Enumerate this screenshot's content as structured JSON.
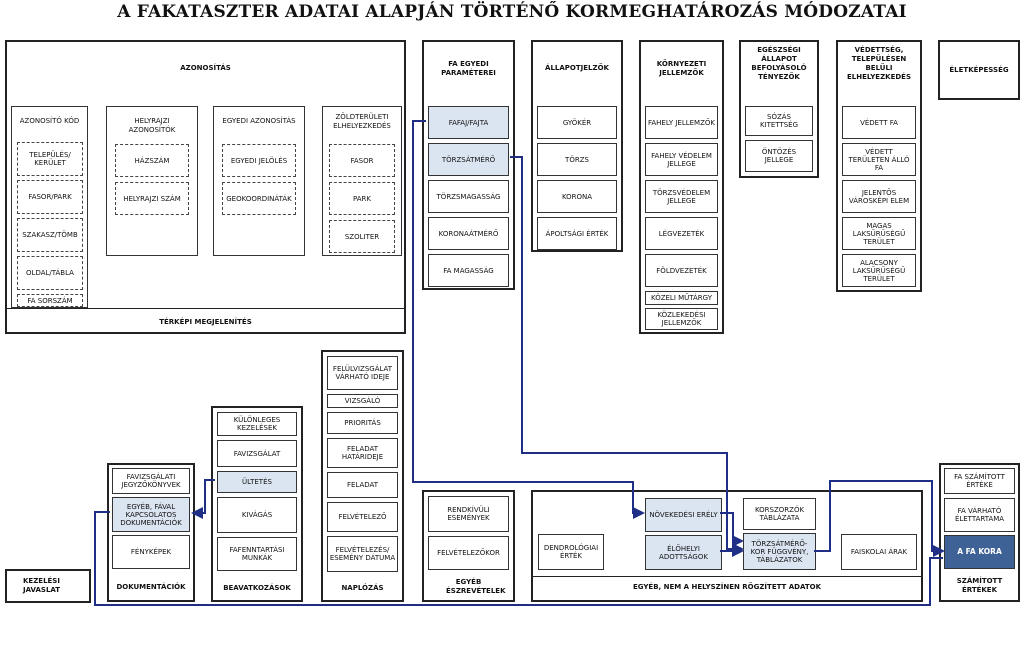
{
  "title": "A FAKATASZTER ADATAI ALAPJÁN TÖRTÉNŐ KORMEGHATÁROZÁS MÓDOZATAI",
  "azonositas": {
    "title": "AZONOSÍTÁS",
    "footer": "TÉRKÉPI MEGJELENÍTÉS",
    "azonosito_kod": {
      "title": "AZONOSÍTÓ KÓD",
      "items": [
        "TELEPÜLÉS/ KERÜLET",
        "FASOR/PARK",
        "SZAKASZ/TÖMB",
        "OLDAL/TÁBLA",
        "FA SORSZÁM"
      ]
    },
    "helyrajzi": {
      "title": "HELYRAJZI AZONOSÍTÓK",
      "items": [
        "HÁZSZÁM",
        "HELYRAJZI SZÁM"
      ]
    },
    "egyedi": {
      "title": "EGYEDI AZONOSÍTÁS",
      "items": [
        "EGYEDI JELÖLÉS",
        "GEOKOORDINÁTÁK"
      ]
    },
    "zold": {
      "title": "ZÖLDTERÜLETI ELHELYEZKEDÉS",
      "items": [
        "FASOR",
        "PARK",
        "SZOLITER"
      ]
    }
  },
  "fa_egyedi": {
    "title": "FA EGYEDI PARAMÉTEREI",
    "items": [
      "FAFAJ/FAJTA",
      "TÖRZSÁTMÉRŐ",
      "TÖRZSMAGASSÁG",
      "KORONAÁTMÉRŐ",
      "FA MAGASSÁG"
    ]
  },
  "allapot": {
    "title": "ÁLLAPOTJELZŐK",
    "items": [
      "GYÖKÉR",
      "TÖRZS",
      "KORONA",
      "ÁPOLTSÁGI ÉRTÉK"
    ]
  },
  "kornyezeti": {
    "title": "KÖRNYEZETI JELLEMZŐK",
    "items": [
      "FAHELY JELLEMZŐK",
      "FAHELY VÉDELEM JELLEGE",
      "TÖRZSVÉDELEM JELLEGE",
      "LÉGVEZETÉK",
      "FÖLDVEZETÉK",
      "KÖZELI MŰTÁRGY",
      "KÖZLEKEDÉSI JELLEMZŐK"
    ]
  },
  "egeszsegi": {
    "title": "EGÉSZSÉGI ÁLLAPOT BEFOLYÁSOLÓ TÉNYEZŐK",
    "items": [
      "SÓZÁS KITETTSÉG",
      "ÖNTÖZÉS JELLEGE"
    ]
  },
  "vedettseg": {
    "title": "VÉDETTSÉG, TELEPÜLÉSEN BELÜLI ELHELYEZKEDÉS",
    "items": [
      "VÉDETT FA",
      "VÉDETT TERÜLETEN ÁLLÓ FA",
      "JELENTŐS VÁROSKÉPI ELEM",
      "MAGAS LAKSŰRŰSÉGŰ TERÜLET",
      "ALACSONY LAKSŰRŰSÉGŰ TERÜLET"
    ]
  },
  "eletkepesseg": {
    "title": "ÉLETKÉPESSÉG"
  },
  "naplozas": {
    "title": "NAPLÓZÁS",
    "items": [
      "FELÜLVIZSGÁLAT VÁRHATÓ IDEJE",
      "VIZSGÁLÓ",
      "PRIORITÁS",
      "FELADAT HATÁRIDEJE",
      "FELADAT",
      "FELVÉTELEZŐ",
      "FELVÉTELEZÉS/ ESEMÉNY DÁTUMA"
    ]
  },
  "beavatkozasok": {
    "title": "BEAVATKOZÁSOK",
    "items": [
      "KÜLÖNLEGES KEZELÉSEK",
      "FAVIZSGÁLAT",
      "ÜLTETÉS",
      "KIVÁGÁS",
      "FAFENNTARTÁSI MUNKÁK"
    ]
  },
  "dokumentaciok": {
    "title": "DOKUMENTÁCIÓK",
    "items": [
      "FAVIZSGÁLATI JEGYZŐKÖNYVEK",
      "EGYÉB, FÁVAL KAPCSOLATOS DOKUMENTÁCIÓK",
      "FÉNYKÉPEK"
    ]
  },
  "kezelesi": {
    "title": "KEZELÉSI JAVASLAT"
  },
  "egyeb_eszrevetelek": {
    "title": "EGYÉB ÉSZREVÉTELEK",
    "items": [
      "RENDKÍVÜLI ESEMÉNYEK",
      "FELVÉTELEZŐKOR"
    ]
  },
  "egyeb_adatok": {
    "title": "EGYÉB, NEM A HELYSZÍNEN RÖGZÍTETT ADATOK",
    "items": [
      "DENDROLÓGIAI ÉRTÉK",
      "NÖVEKEDÉSI ERÉLY",
      "ÉLŐHELYI ADOTTSÁGOK",
      "KORSZORZÓK TÁBLÁZATA",
      "TÖRZSÁTMÉRŐ-KOR FÜGGVÉNY, TÁBLÁZATOK",
      "FAISKOLAI ÁRAK"
    ]
  },
  "szamitott": {
    "title": "SZÁMÍTOTT ÉRTÉKEK",
    "items": [
      "FA SZÁMÍTOTT ÉRTÉKE",
      "FA VÁRHATÓ ÉLETTARTAMA",
      "A FA KORA"
    ]
  },
  "colors": {
    "highlight": "#dbe5f1",
    "result": "#3f6296",
    "arrow": "#1f2f86"
  }
}
